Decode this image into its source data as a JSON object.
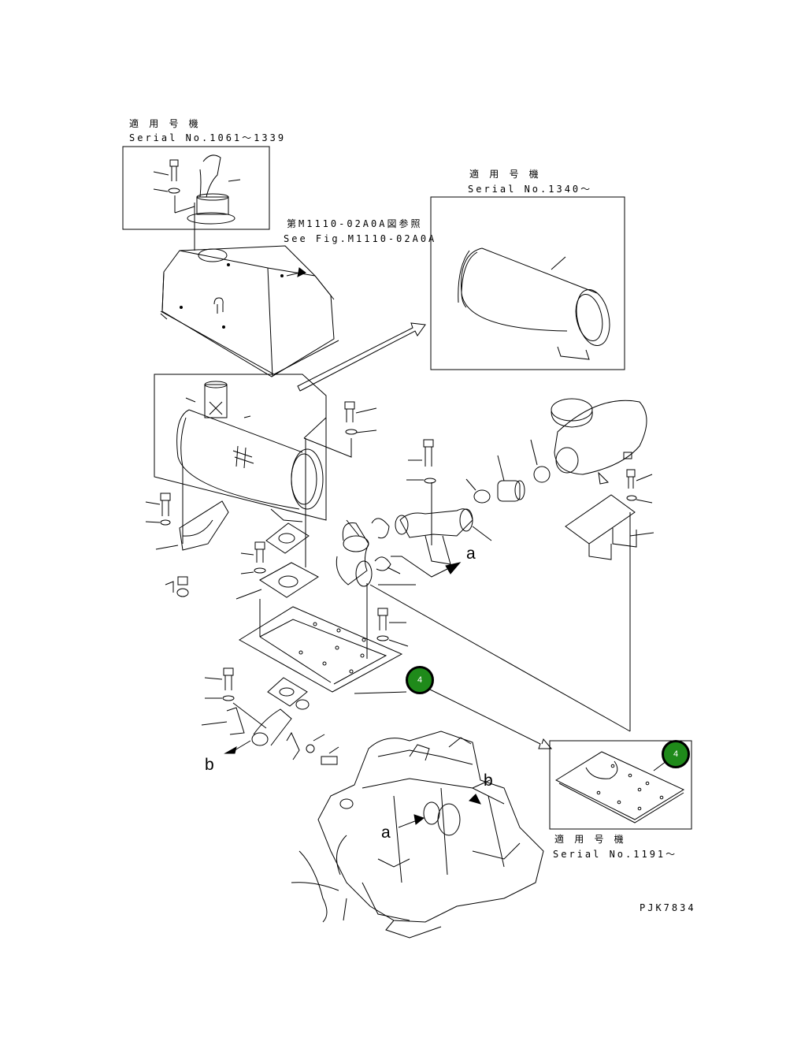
{
  "labels": {
    "serial_1061_jp": "適 用 号 機",
    "serial_1061": "Serial No.1061〜1339",
    "serial_1340_jp": "適 用 号 機",
    "serial_1340": "Serial No.1340〜",
    "fig_ref_jp": "第M1110-02A0A図参照",
    "fig_ref": "See Fig.M1110-02A0A",
    "serial_1191_jp": "適 用 号 機",
    "serial_1191": "Serial No.1191〜",
    "drawing_code": "PJK7834"
  },
  "connection_marks": {
    "a_upper": "a",
    "a_lower": "a",
    "b_left": "b",
    "b_right": "b"
  },
  "callouts": {
    "main": "4",
    "inset": "4"
  },
  "colors": {
    "callout_fill": "#1f8a1a",
    "line": "#000000"
  }
}
